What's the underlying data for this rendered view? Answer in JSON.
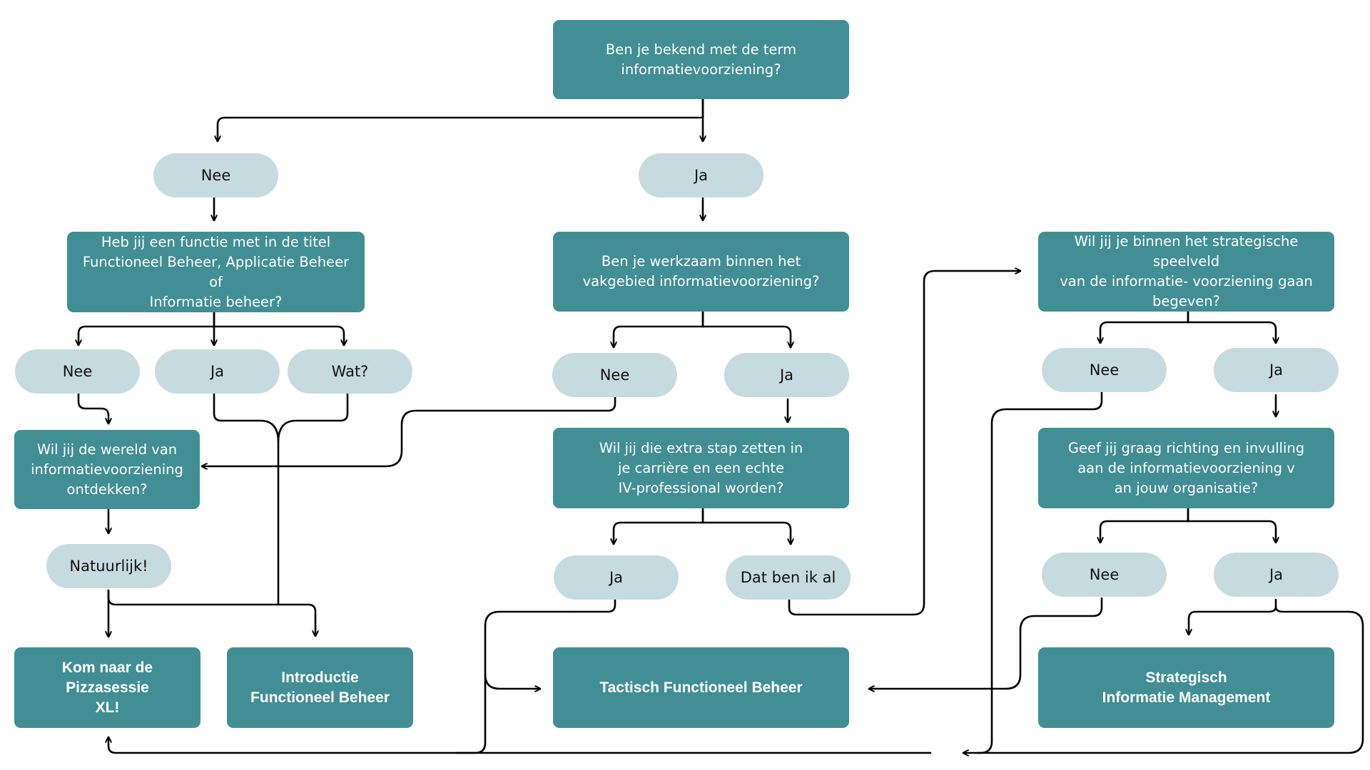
{
  "questions": {
    "q1": "Ben je bekend met de term\ninformatievoorziening?",
    "q2": "Heb jij een functie met in de titel\nFunctioneel Beheer, Applicatie Beheer  of\nInformatie beheer?",
    "q3": "Ben je werkzaam binnen het\nvakgebied informatievoorziening?",
    "q4": "Wil jij je binnen het strategische speelveld\nvan de informatie- voorziening gaan\nbegeven?",
    "q5": "Wil jij de wereld van\ninformatievoorziening\nontdekken?",
    "q6": "Wil jij die extra stap zetten in\nje carrière  en een echte\nIV-professional worden?",
    "q7": "Geef jij graag richting en invulling\naan de informatievoorziening v\nan jouw organisatie?"
  },
  "answers": {
    "a1_nee": "Nee",
    "a1_ja": "Ja",
    "a2_nee": "Nee",
    "a2_ja": "Ja",
    "a2_wat": "Wat?",
    "a3_nee": "Nee",
    "a3_ja": "Ja",
    "a4_nee": "Nee",
    "a4_ja": "Ja",
    "a5_natuurlijk": "Natuurlijk!",
    "a6_ja": "Ja",
    "a6_al": "Dat ben ik al",
    "a7_nee": "Nee",
    "a7_ja": "Ja"
  },
  "outcomes": {
    "pizza": "Kom naar de Pizzasessie\nXL!",
    "intro": "Introductie\nFunctioneel Beheer",
    "tactisch": "Tactisch Functioneel Beheer",
    "strategisch": "Strategisch\nInformatie Management"
  },
  "colors": {
    "question_box": "#418f94",
    "answer_pill": "#c6dbdf",
    "connector": "#000000"
  }
}
